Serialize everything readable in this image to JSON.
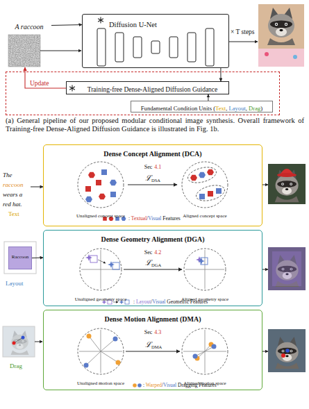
{
  "diagram": {
    "caption": "(a) General pipeline of our proposed modular conditional image synthesis. Overall framework of Training-free Dense-Aligned Diffusion Guidance is illustrated in Fig. 1b.",
    "nodes": [
      {
        "text": [
          "A raccoon"
        ]
      },
      {
        "text": [
          "Diffusion U-Net"
        ]
      },
      {
        "text": [
          "Update"
        ]
      },
      {
        "text": [
          "Training-free Dense-Aligned Diffusion Guidance"
        ],
        "in": 2
      },
      {
        "text": [
          "Fundamental Condition Units (",
          "Text",
          ", ",
          "Layout",
          ", ",
          "Drag",
          ")"
        ],
        "in": 2
      },
      {
        "text": [
          "Dense Concept Alignment (DCA)",
          "Sec",
          "4.1"
        ]
      },
      {
        "text": [
          "Dense Geometry Alignment (DGA)",
          "Sec",
          "4.2"
        ]
      },
      {
        "text": [
          "Dense Motion Alignment (DMA)",
          "Sec",
          "4.3"
        ]
      },
      {
        "text": [
          "The",
          "raccoon",
          "wears a red hat."
        ]
      },
      {
        "text": [
          "Raccoon"
        ]
      }
    ],
    "edges": [
      {
        "from": 0,
        "to": 1,
        "arrow": "to"
      },
      {
        "from": 1,
        "to": 3,
        "arrow": "to"
      },
      {
        "from": 4,
        "to": 3,
        "arrow": "to"
      },
      {
        "from": 8,
        "to": 5,
        "arrow": "to"
      },
      {
        "from": 9,
        "to": 6,
        "arrow": "to"
      }
    ],
    "labels": [
      "× T steps",
      "ℒ",
      "DSA",
      "Unaligned concept space",
      "Aligned concept space",
      ": ",
      "Textual",
      "/",
      "Visual",
      " Features",
      "Text",
      "ℒ",
      "DGA",
      "Unaligned geometry space",
      "Aligned geometry space",
      ": ",
      "Layout",
      "/",
      "Visual",
      " Geometric Features",
      "Layout",
      "ℒ",
      "DMA",
      "Unaligned motion space",
      "Aligned motion space",
      ": ",
      "Warped",
      "/",
      "Visual",
      " Dragging Features",
      "Drag"
    ]
  }
}
